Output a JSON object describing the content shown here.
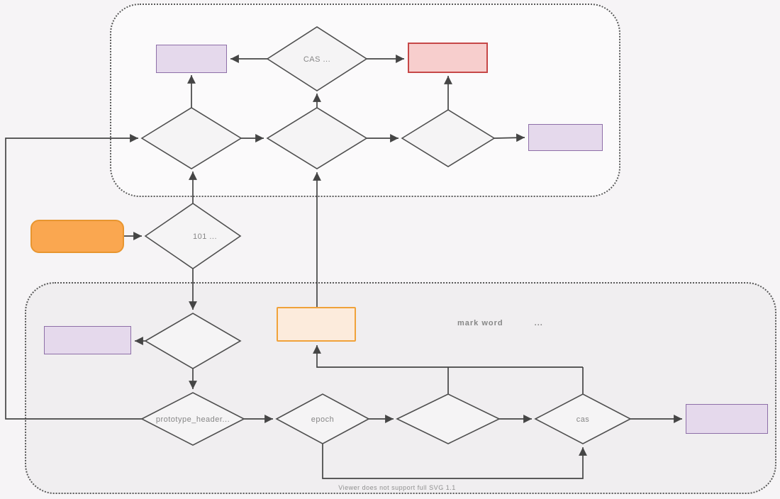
{
  "diagram": {
    "caption": "Viewer does not support full SVG 1.1",
    "floating_label": {
      "text": "mark word",
      "dots": "..."
    },
    "nodes": {
      "cas_check": {
        "label": "CAS ..."
      },
      "bits_check": {
        "label": "101 ..."
      },
      "prototype_header": {
        "label": "prototype_header..."
      },
      "epoch": {
        "label": "epoch"
      },
      "cas_lower": {
        "label": "cas"
      }
    },
    "colors": {
      "page_bg": "#f6f4f6",
      "top_container_fill": "#fbfafb",
      "bottom_container_fill": "#f0eef0",
      "container_border": "#5a5a5a",
      "purple_fill": "#e5d9ec",
      "purple_stroke": "#8e6fa8",
      "red_fill": "#f7cecd",
      "red_stroke": "#c64747",
      "orange_fill": "#faa750",
      "orange_stroke": "#e8952f",
      "peach_fill": "#fcebdc",
      "peach_stroke": "#f0a23a",
      "diamond_fill": "#f5f4f5",
      "diamond_stroke": "#4f4f4f",
      "edge": "#454545",
      "label_color": "#868686",
      "caption_color": "#8f8f8f"
    }
  }
}
